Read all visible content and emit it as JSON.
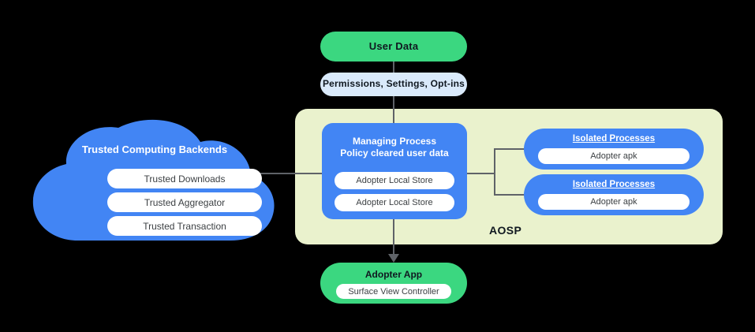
{
  "diagram": {
    "aosp_label": "AOSP",
    "user_data": {
      "title": "User Data"
    },
    "permissions": {
      "title": "Permissions,  Settings, Opt-ins"
    },
    "cloud": {
      "title": "Trusted Computing Backends",
      "items": [
        {
          "label": "Trusted Downloads"
        },
        {
          "label": "Trusted Aggregator"
        },
        {
          "label": "Trusted Transaction"
        }
      ]
    },
    "managing_process": {
      "title_line1": "Managing Process",
      "title_line2": "Policy cleared user data",
      "stores": [
        {
          "label": "Adopter Local Store"
        },
        {
          "label": "Adopter Local Store"
        }
      ]
    },
    "isolated_processes": [
      {
        "title": "Isolated Processes",
        "apk": "Adopter apk"
      },
      {
        "title": "Isolated Processes",
        "apk": "Adopter apk"
      }
    ],
    "adopter_app": {
      "title": "Adopter App",
      "controller": "Surface View Controller"
    },
    "colors": {
      "green": "#3BD780",
      "blue": "#4285F4",
      "light_blue": "#DAEAFB",
      "pale_yellow": "#EAF2CD",
      "connector": "#5F6368",
      "background": "#000000",
      "white": "#FFFFFF"
    }
  }
}
